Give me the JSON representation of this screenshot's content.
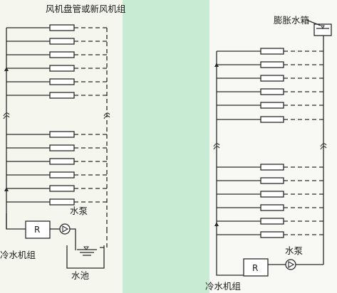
{
  "colors": {
    "line": "#2b2b2b",
    "green_band": "#c8ebd3"
  },
  "left_system": {
    "label_fan_coil": "风机盘管或新风机组",
    "label_pump": "水泵",
    "label_chiller": "冷水机组",
    "label_chiller_code": "R",
    "label_pool": "水池",
    "upper_group_units": 6,
    "lower_group_units": 6
  },
  "right_system": {
    "label_expansion_tank": "膨胀水箱",
    "label_pump": "水泵",
    "label_chiller": "冷水机组",
    "label_chiller_code": "R",
    "upper_group_units": 6,
    "lower_group_units": 6
  },
  "icons": [
    "pump-icon",
    "break-mark-icon",
    "water-level-icon"
  ]
}
